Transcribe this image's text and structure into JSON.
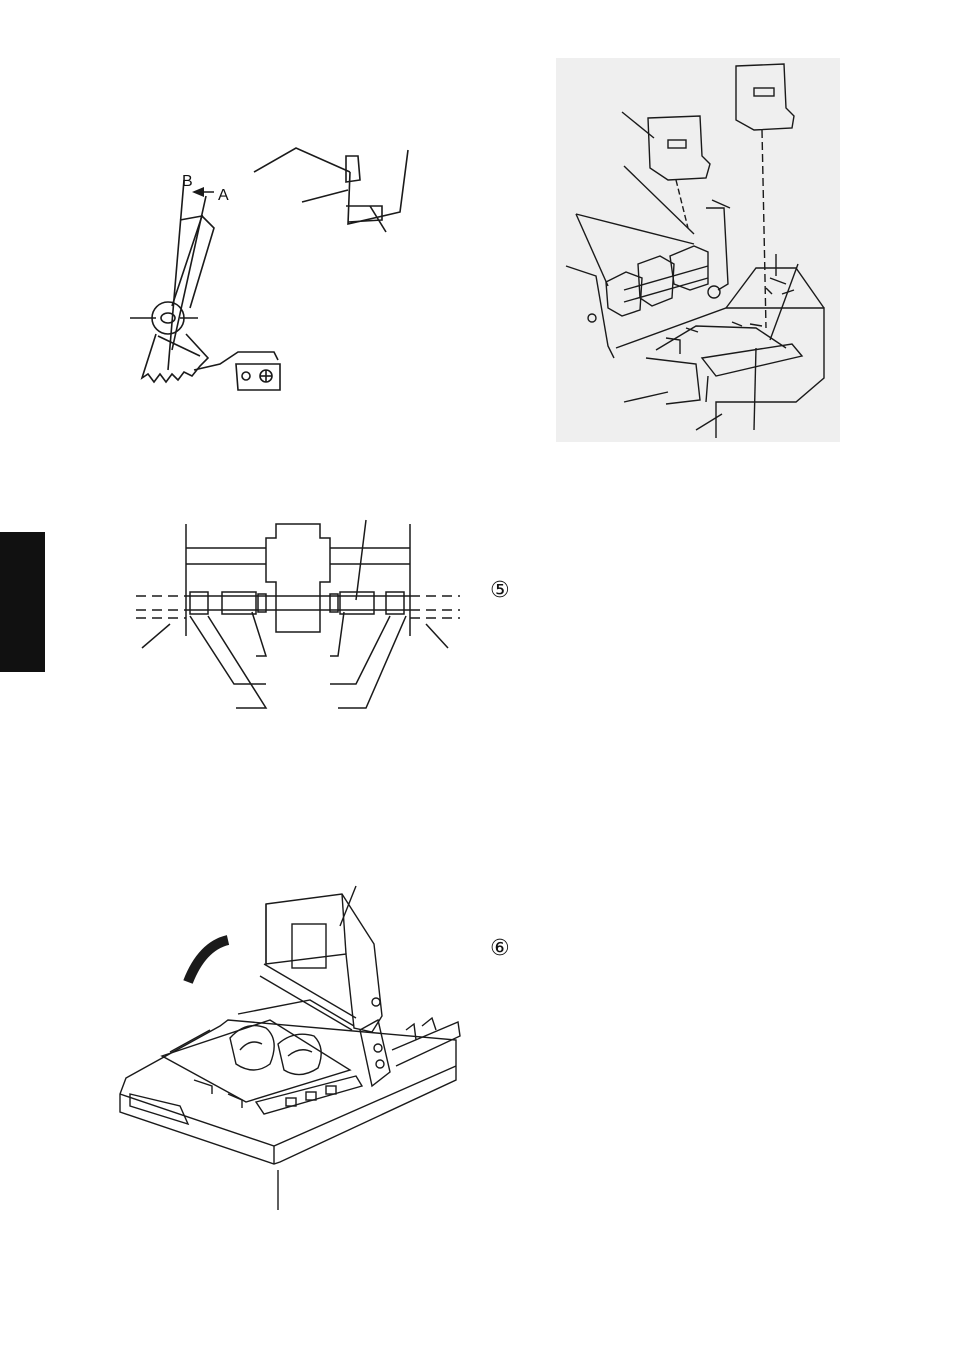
{
  "page": {
    "side_tab_color": "#111111",
    "line_color": "#1a1a1a"
  },
  "figures": {
    "linkage": {
      "label_b": "B",
      "label_a": "A"
    },
    "cassette_top": {},
    "roller_shaft": {},
    "cover_open": {}
  },
  "steps": {
    "step5": "⑤",
    "step6": "⑥"
  }
}
